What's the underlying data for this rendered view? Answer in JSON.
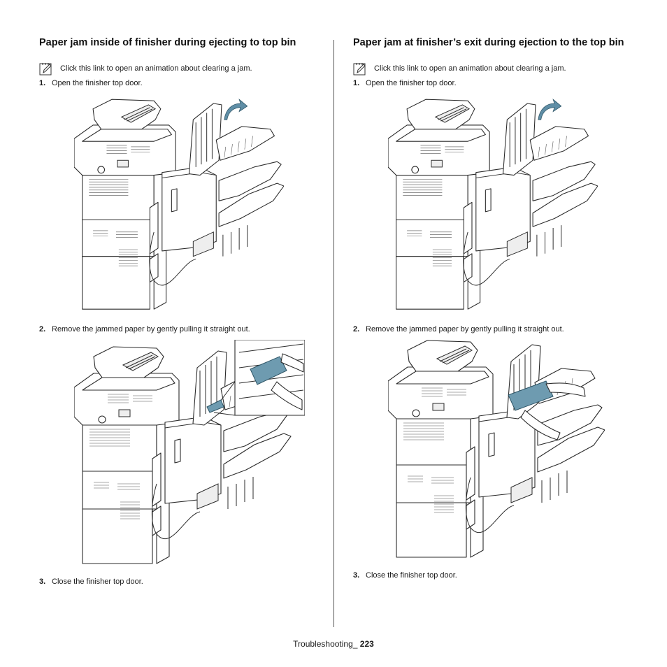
{
  "left": {
    "heading": "Paper jam inside of finisher during ejecting to top bin",
    "note": "Click this link to open an animation about clearing a jam.",
    "steps": [
      {
        "num": "1.",
        "text": "Open the finisher top door."
      },
      {
        "num": "2.",
        "text": "Remove the jammed paper by gently pulling it straight out."
      },
      {
        "num": "3.",
        "text": "Close the finisher top door."
      }
    ]
  },
  "right": {
    "heading": "Paper jam at finisher’s exit during ejection to the top bin",
    "note": "Click this link to open an animation about clearing a jam.",
    "steps": [
      {
        "num": "1.",
        "text": "Open the finisher top door."
      },
      {
        "num": "2.",
        "text": "Remove the jammed paper by gently pulling it straight out."
      },
      {
        "num": "3.",
        "text": "Close the finisher top door."
      }
    ]
  },
  "footer": {
    "section": "Troubleshooting_",
    "page": "223"
  },
  "icons": {
    "note": "note-pencil-icon",
    "open_arrow": "curved-arrow-icon"
  },
  "colors": {
    "paper": "#6e9bb0",
    "arrow": "#5f8ea6"
  }
}
